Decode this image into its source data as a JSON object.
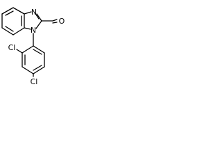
{
  "molecule": {
    "atoms": {
      "n_top": "N",
      "n_ring": "N",
      "o_carbonyl": "O",
      "cl_ortho": "Cl",
      "cl_para": "Cl"
    }
  },
  "colors": {
    "bond": "#000000",
    "text": "#000000",
    "background": "#ffffff"
  }
}
